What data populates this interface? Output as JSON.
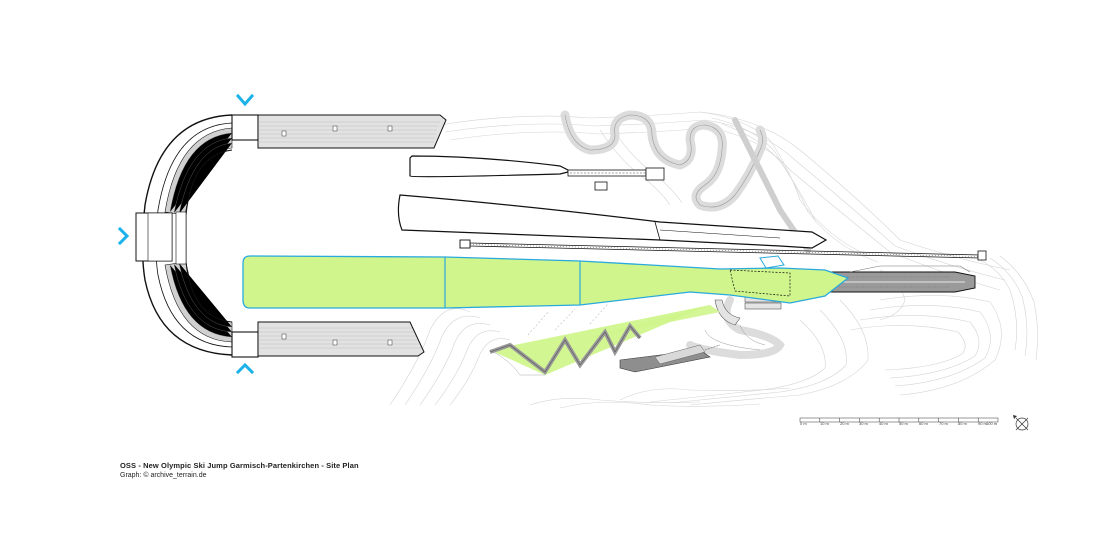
{
  "caption": {
    "title": "OSS - New Olympic Ski Jump Garmisch-Partenkirchen - Site Plan",
    "credit": "Graph: © archive_terrain.de"
  },
  "scale_bar": {
    "labels": [
      "0 m",
      "10 m",
      "20 m",
      "30 m",
      "40 m",
      "50 m",
      "60 m",
      "70 m",
      "80 m",
      "90 m",
      "100 m"
    ]
  },
  "north_arrow": {
    "icon": "north-arrow-icon"
  },
  "entrance_markers": {
    "icon": "chevron-arrow-icon",
    "color": "#1ab2e8",
    "count": 3
  },
  "colors": {
    "landing_zone_fill": "#cff58c",
    "landing_zone_stroke": "#29a9dd",
    "accent_cyan": "#1ab2e8",
    "structure_stroke": "#111111",
    "seating_fill": "#d0d0d0",
    "terrain_lines": "#cfcfcf",
    "road_fill": "#dedede"
  }
}
